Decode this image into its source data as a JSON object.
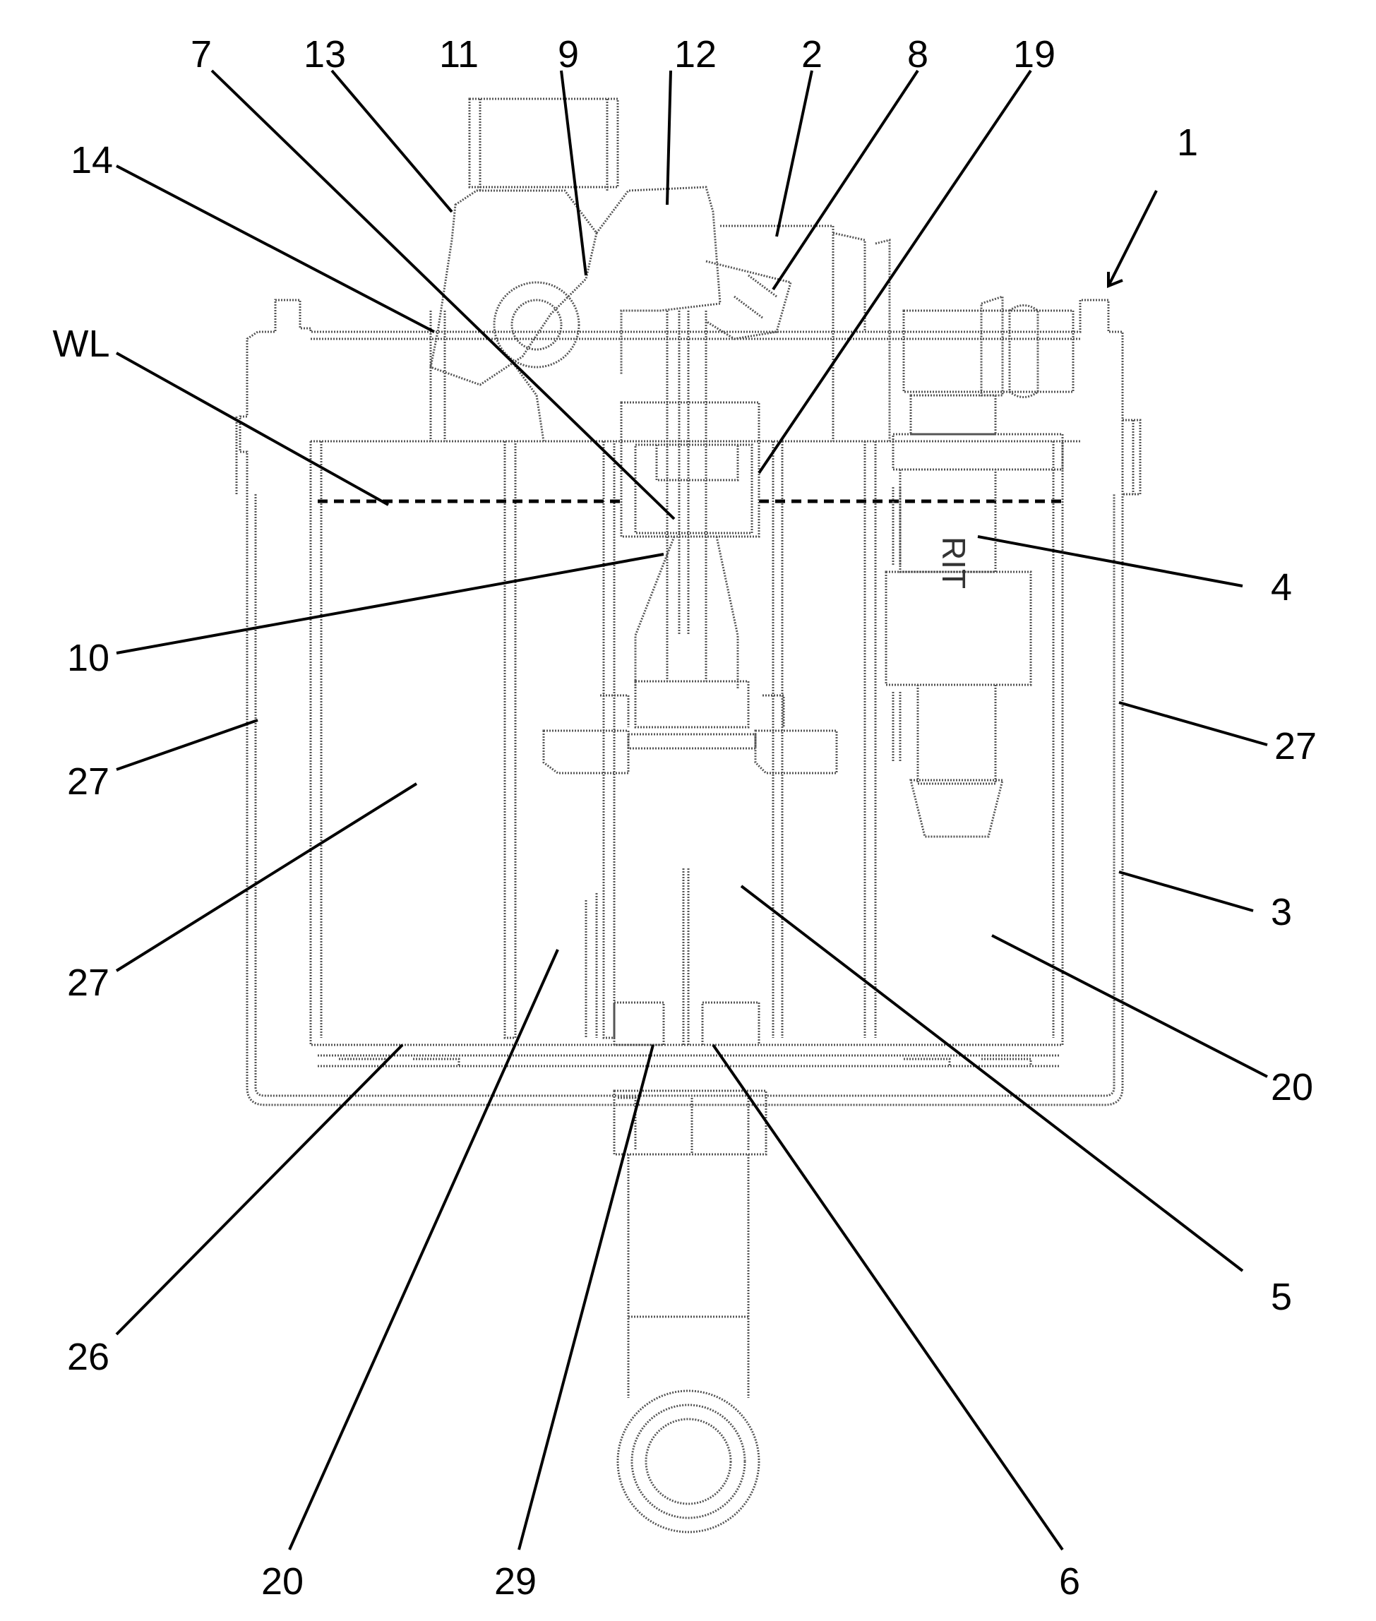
{
  "figure": {
    "labels": [
      {
        "id": "1",
        "text": "1"
      },
      {
        "id": "2",
        "text": "2"
      },
      {
        "id": "3",
        "text": "3"
      },
      {
        "id": "4",
        "text": "4"
      },
      {
        "id": "5",
        "text": "5"
      },
      {
        "id": "6",
        "text": "6"
      },
      {
        "id": "7",
        "text": "7"
      },
      {
        "id": "8",
        "text": "8"
      },
      {
        "id": "9",
        "text": "9"
      },
      {
        "id": "10",
        "text": "10"
      },
      {
        "id": "11",
        "text": "11"
      },
      {
        "id": "12",
        "text": "12"
      },
      {
        "id": "13",
        "text": "13"
      },
      {
        "id": "14",
        "text": "14"
      },
      {
        "id": "19",
        "text": "19"
      },
      {
        "id": "20a",
        "text": "20"
      },
      {
        "id": "20b",
        "text": "20"
      },
      {
        "id": "26",
        "text": "26"
      },
      {
        "id": "27a",
        "text": "27"
      },
      {
        "id": "27b",
        "text": "27"
      },
      {
        "id": "27c",
        "text": "27"
      },
      {
        "id": "29",
        "text": "29"
      },
      {
        "id": "WL",
        "text": "WL"
      }
    ],
    "component_text": "RIT"
  }
}
